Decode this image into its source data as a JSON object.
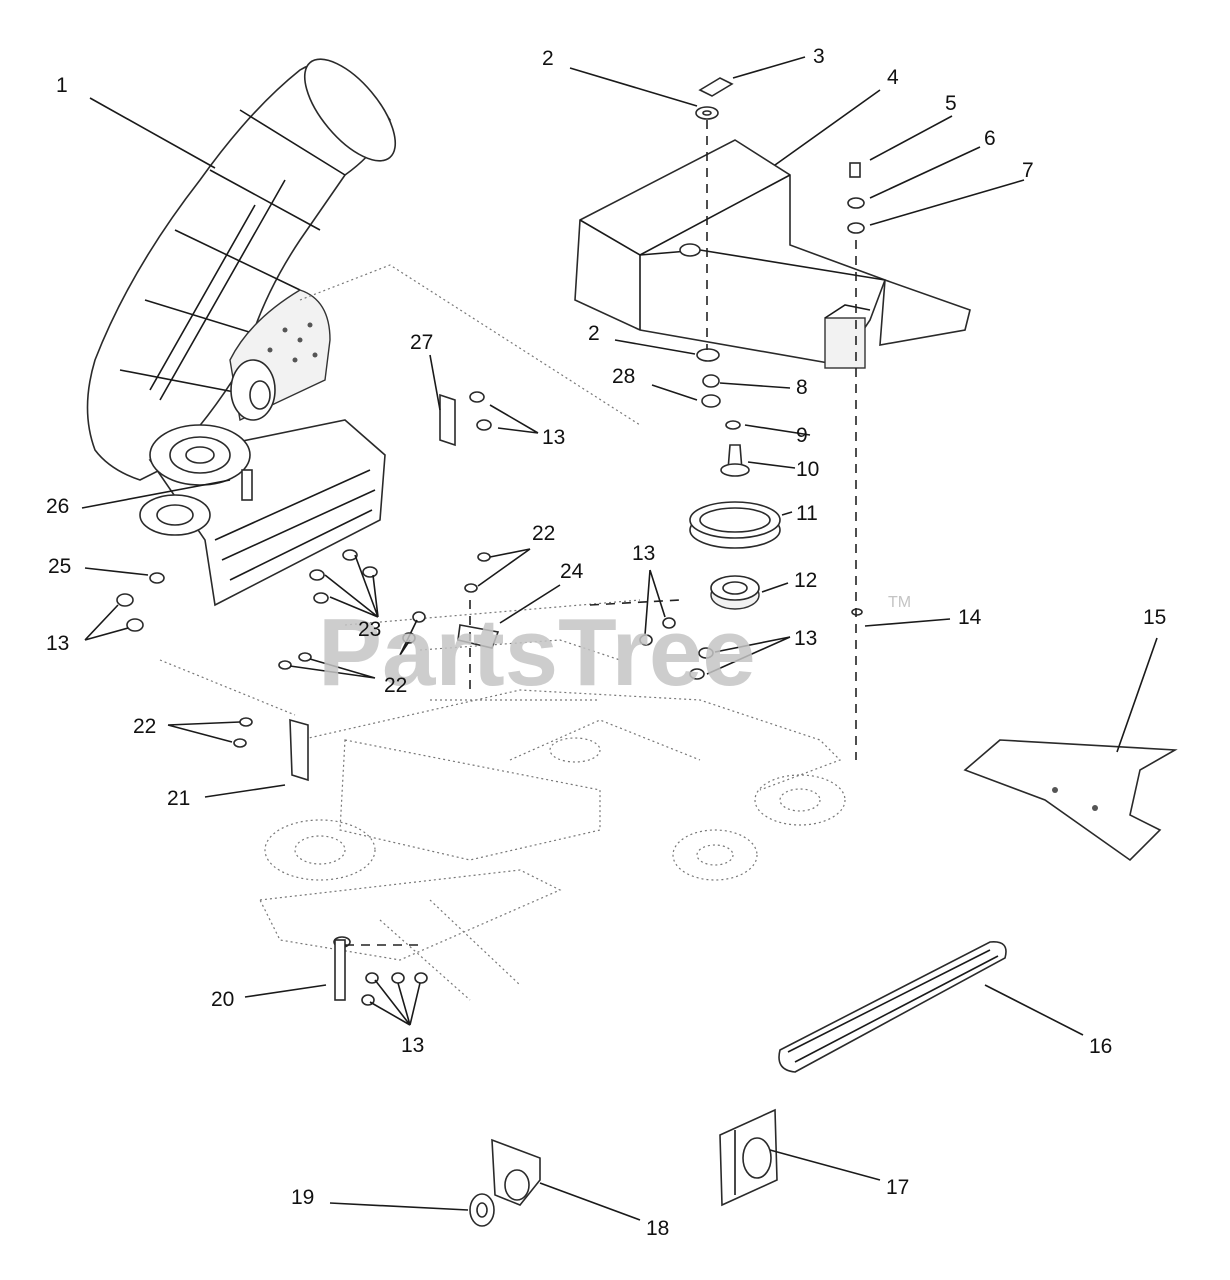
{
  "watermark": {
    "brand": "PartsTree",
    "trademark": "TM"
  },
  "callouts": {
    "c1": "1",
    "c2a": "2",
    "c3": "3",
    "c4": "4",
    "c5": "5",
    "c6": "6",
    "c7": "7",
    "c2b": "2",
    "c28": "28",
    "c8": "8",
    "c27": "27",
    "c13a": "13",
    "c9": "9",
    "c10": "10",
    "c11": "11",
    "c26": "26",
    "c22a": "22",
    "c25": "25",
    "c24": "24",
    "c13b": "13",
    "c12": "12",
    "c13c": "13",
    "c23": "23",
    "c14": "14",
    "c15": "15",
    "c13d": "13",
    "c22b": "22",
    "c22c": "22",
    "c21": "21",
    "c20": "20",
    "c13e": "13",
    "c16": "16",
    "c17": "17",
    "c19": "19",
    "c18": "18"
  },
  "colors": {
    "line": "#1a1a1a",
    "watermark": "#c4c4c4",
    "background": "#ffffff"
  }
}
